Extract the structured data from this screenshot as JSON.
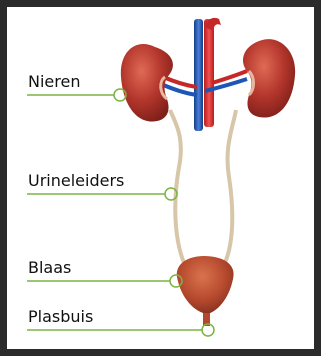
{
  "labels": {
    "nieren": "Nieren",
    "urineleiders": "Urineleiders",
    "blaas": "Blaas",
    "plasbuis": "Plasbuis"
  },
  "colors": {
    "frame_border": "#2b2b2b",
    "background": "#ffffff",
    "leader_line": "#7cb342",
    "kidney": "#a8302b",
    "kidney_highlight": "#d85a4a",
    "aorta": "#d32f2f",
    "vena_cava": "#1e56b5",
    "ureter": "#d7c6a8",
    "bladder": "#b4482d"
  }
}
